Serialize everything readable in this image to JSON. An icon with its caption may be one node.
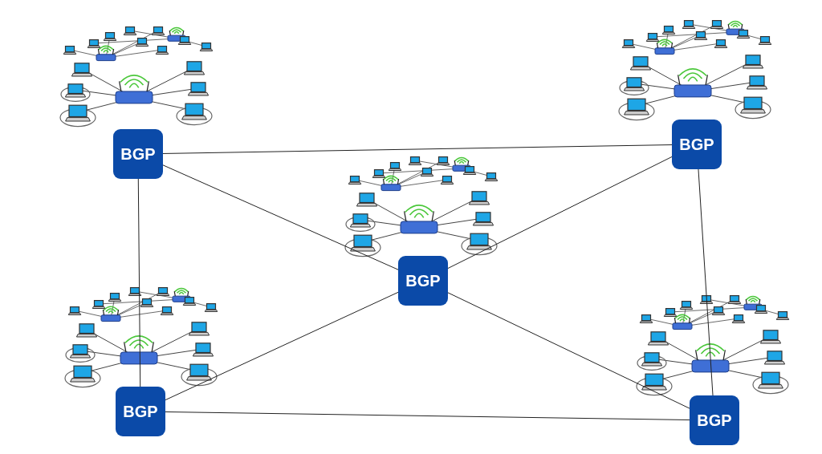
{
  "diagram": {
    "nodes": [
      {
        "text": [
          "BGP"
        ]
      },
      {
        "text": [
          "BGP"
        ]
      },
      {
        "text": [
          "BGP"
        ]
      },
      {
        "text": [
          "BGP"
        ]
      },
      {
        "text": [
          "BGP"
        ]
      }
    ],
    "edges": [
      {
        "from": 0,
        "to": 1,
        "arrow": "none"
      },
      {
        "from": 0,
        "to": 3,
        "arrow": "none"
      },
      {
        "from": 0,
        "to": 2,
        "arrow": "none"
      },
      {
        "from": 1,
        "to": 2,
        "arrow": "none"
      },
      {
        "from": 1,
        "to": 4,
        "arrow": "none"
      },
      {
        "from": 2,
        "to": 3,
        "arrow": "none"
      },
      {
        "from": 2,
        "to": 4,
        "arrow": "none"
      },
      {
        "from": 3,
        "to": 4,
        "arrow": "none"
      }
    ]
  }
}
